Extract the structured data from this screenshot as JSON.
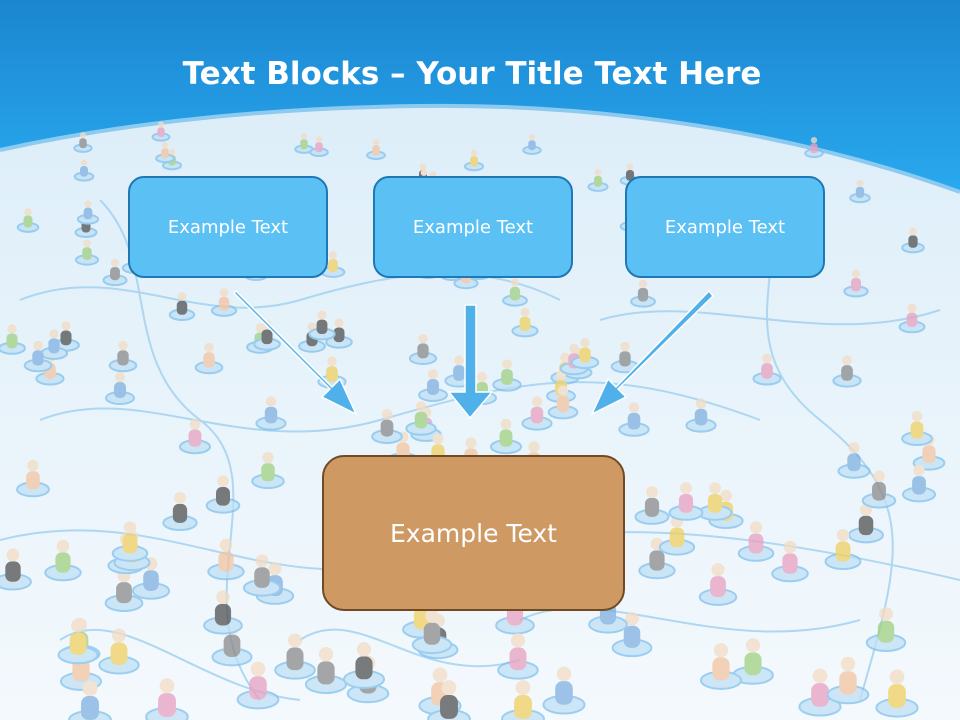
{
  "slide": {
    "title_bold": "Text Blocks",
    "title_dash": " – ",
    "title_rest": "Your Title Text Here"
  },
  "blocks": {
    "top": [
      {
        "text": "Example Text"
      },
      {
        "text": "Example Text"
      },
      {
        "text": "Example Text"
      }
    ],
    "bottom": {
      "text": "Example Text"
    }
  },
  "colors": {
    "header_blue": "#1f8fd8",
    "block_blue": "#5bc1f4",
    "block_blue_border": "#1d78b5",
    "block_brown": "#cf9964",
    "block_brown_border": "#6f4a24",
    "arrow_fill": "#4fb0ea"
  }
}
